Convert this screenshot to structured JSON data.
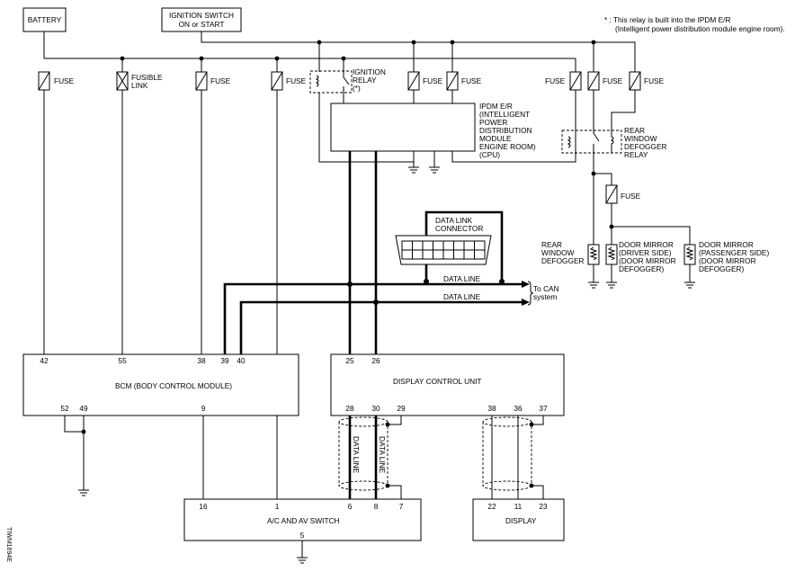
{
  "blocks": {
    "battery": "BATTERY",
    "ignition_switch": [
      "IGNITION SWITCH",
      "ON or START"
    ],
    "ipdm": [
      "IPDM E/R",
      "(INTELLIGENT",
      "POWER",
      "DISTRIBUTION",
      "MODULE",
      "ENGINE ROOM)",
      "(CPU)"
    ],
    "bcm": "BCM (BODY CONTROL MODULE)",
    "display_control_unit": "DISPLAY CONTROL UNIT",
    "ac_av_switch": "A/C AND AV SWITCH",
    "display": "DISPLAY",
    "data_link_connector": [
      "DATA LINK",
      "CONNECTOR"
    ]
  },
  "note": [
    "* : This relay is built into the IPDM E/R",
    "(Intelligent power distribution module engine room)."
  ],
  "labels": {
    "fuse": "FUSE",
    "fusible_link": [
      "FUSIBLE",
      "LINK"
    ],
    "ignition_relay": [
      "IGNITION",
      "RELAY",
      "(*)"
    ],
    "rear_window_defogger_relay": [
      "REAR",
      "WINDOW",
      "DEFOGGER",
      "RELAY"
    ],
    "rear_window_defogger": [
      "REAR",
      "WINDOW",
      "DEFOGGER"
    ],
    "door_mirror_driver": [
      "DOOR MIRROR",
      "(DRIVER SIDE)",
      "(DOOR MIRROR",
      "DEFOGGER)"
    ],
    "door_mirror_passenger": [
      "DOOR MIRROR",
      "(PASSENGER SIDE)",
      "(DOOR MIRROR",
      "DEFOGGER)"
    ],
    "data_line": "DATA LINE",
    "to_can": [
      "To CAN",
      "system"
    ],
    "diagram_code": "TIWM1694E"
  },
  "pins": {
    "bcm": [
      "42",
      "55",
      "38",
      "39",
      "40",
      "52",
      "49",
      "9"
    ],
    "dcu_top": [
      "25",
      "26"
    ],
    "dcu_bottom": [
      "28",
      "30",
      "29",
      "38",
      "36",
      "37"
    ],
    "ac_av": [
      "16",
      "1",
      "6",
      "8",
      "7",
      "5"
    ],
    "display": [
      "22",
      "11",
      "23"
    ]
  }
}
